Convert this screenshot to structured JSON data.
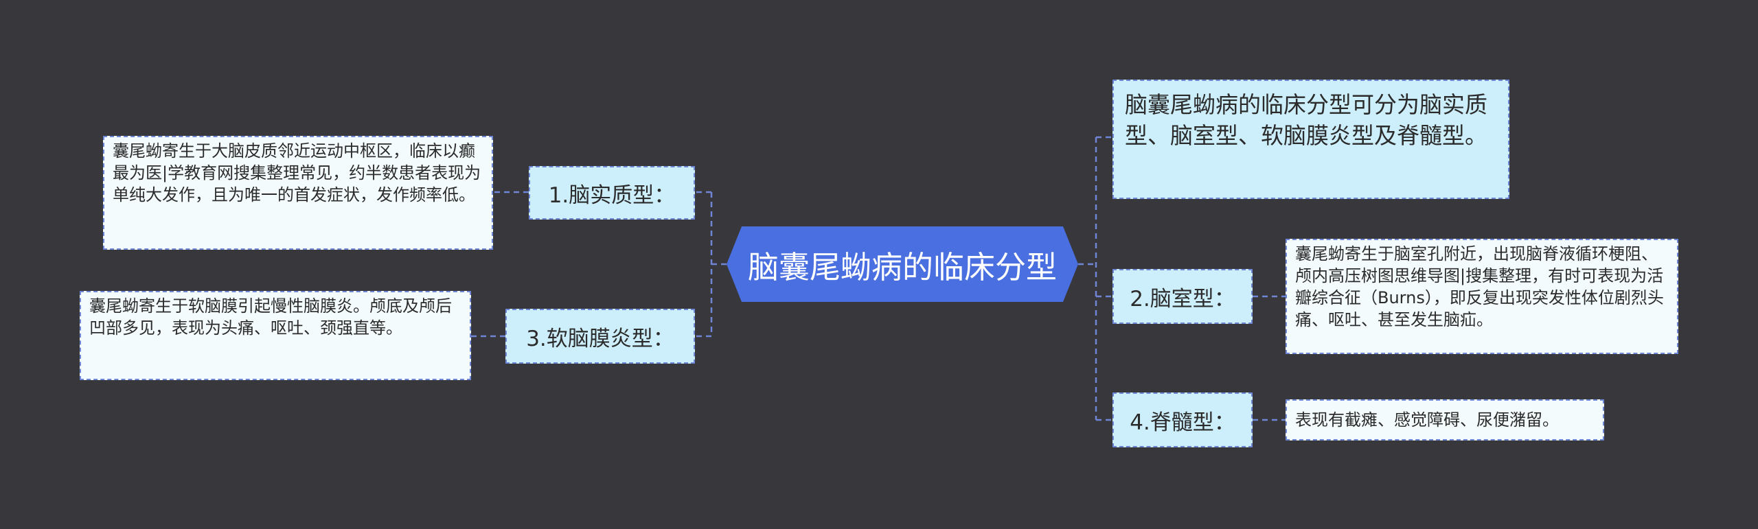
{
  "root": {
    "title": "脑囊尾蚴病的临床分型"
  },
  "summary": {
    "text": "脑囊尾蚴病的临床分型可分为脑实质型、脑室型、软脑膜炎型及脊髓型。"
  },
  "branches": [
    {
      "label": "1.脑实质型：",
      "detail": "囊尾蚴寄生于大脑皮质邻近运动中枢区，临床以癫最为医|学教育网搜集整理常见，约半数患者表现为单纯大发作，且为唯一的首发症状，发作频率低。"
    },
    {
      "label": "3.软脑膜炎型：",
      "detail": "囊尾蚴寄生于软脑膜引起慢性脑膜炎。颅底及颅后凹部多见，表现为头痛、呕吐、颈强直等。"
    },
    {
      "label": "2.脑室型：",
      "detail": "囊尾蚴寄生于脑室孔附近，出现脑脊液循环梗阻、颅内高压树图思维导图|搜集整理，有时可表现为活瓣综合征（Burns），即反复出现突发性体位剧烈头痛、呕吐、甚至发生脑疝。"
    },
    {
      "label": "4.脊髓型：",
      "detail": "表现有截瘫、感觉障碍、尿便潴留。"
    }
  ],
  "colors": {
    "background": "#38373b",
    "root": "#4a6fe0",
    "branch": "#cdeefb",
    "leaf": "#f4fbfd",
    "line": "#6f86d6"
  }
}
